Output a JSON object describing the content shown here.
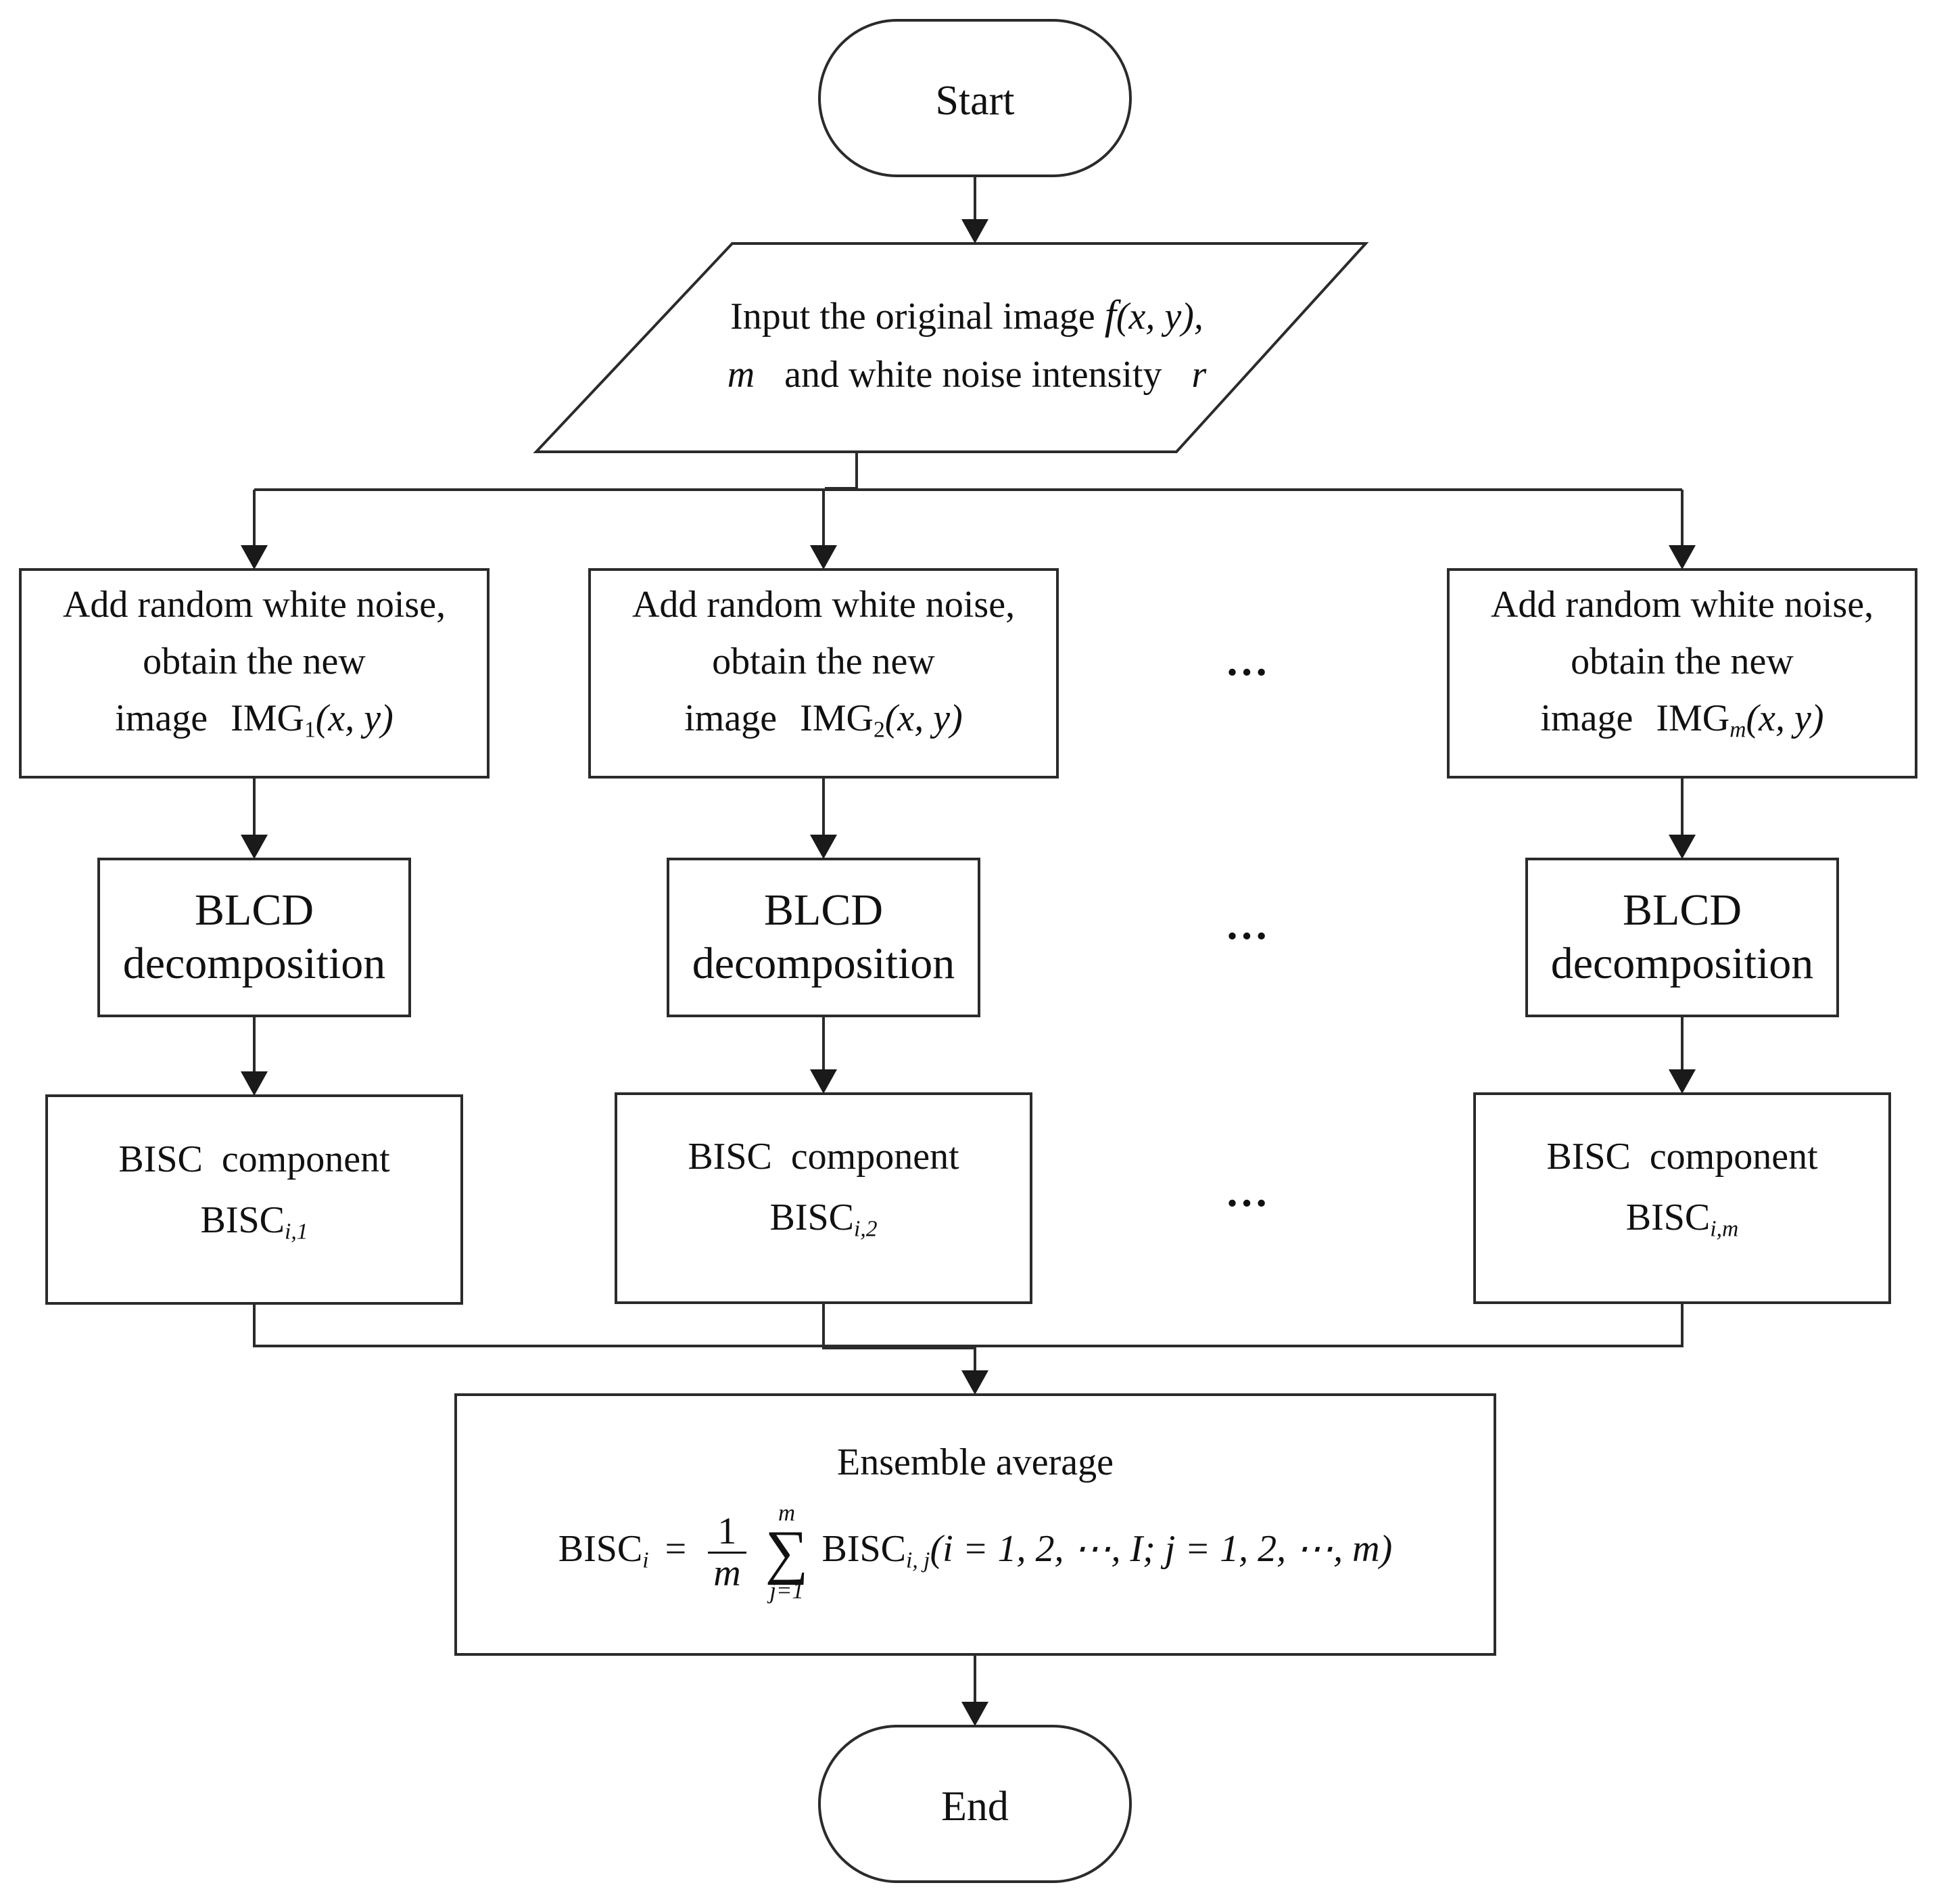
{
  "start_label": "Start",
  "end_label": "End",
  "input": {
    "line1_text": "Input the original image",
    "line1_func": "f",
    "line1_args": "(x, y),",
    "line2_var": "m",
    "line2_text": "and white noise intensity",
    "line2_r": "r"
  },
  "noise_boxes": [
    {
      "line1": "Add random white noise,",
      "line2": "obtain the new",
      "line3_prefix": "image",
      "img": "IMG",
      "sub": "1",
      "args": "(x, y)"
    },
    {
      "line1": "Add random white noise,",
      "line2": "obtain the new",
      "line3_prefix": "image",
      "img": "IMG",
      "sub": "2",
      "args": "(x, y)"
    },
    {
      "line1": "Add random white noise,",
      "line2": "obtain the new",
      "line3_prefix": "image",
      "img": "IMG",
      "sub": "m",
      "args": "(x, y)"
    }
  ],
  "blcd_boxes": [
    {
      "line1": "BLCD",
      "line2": "decomposition"
    },
    {
      "line1": "BLCD",
      "line2": "decomposition"
    },
    {
      "line1": "BLCD",
      "line2": "decomposition"
    }
  ],
  "bisc_boxes": [
    {
      "line1": "BISC  component",
      "name": "BISC",
      "sub": "i,1"
    },
    {
      "line1": "BISC  component",
      "name": "BISC",
      "sub": "i,2"
    },
    {
      "line1": "BISC  component",
      "name": "BISC",
      "sub": "i,m"
    }
  ],
  "ellipsis": "…",
  "ensemble": {
    "title": "Ensemble average",
    "lhs": "BISC",
    "lhs_sub": "i",
    "eq": "=",
    "frac_num": "1",
    "frac_den": "m",
    "sum_upper": "m",
    "sum_lower": "j=1",
    "term": "BISC",
    "term_sub": "i, j",
    "condition": "(i = 1, 2, ⋯, I; j = 1, 2, ⋯, m)"
  }
}
